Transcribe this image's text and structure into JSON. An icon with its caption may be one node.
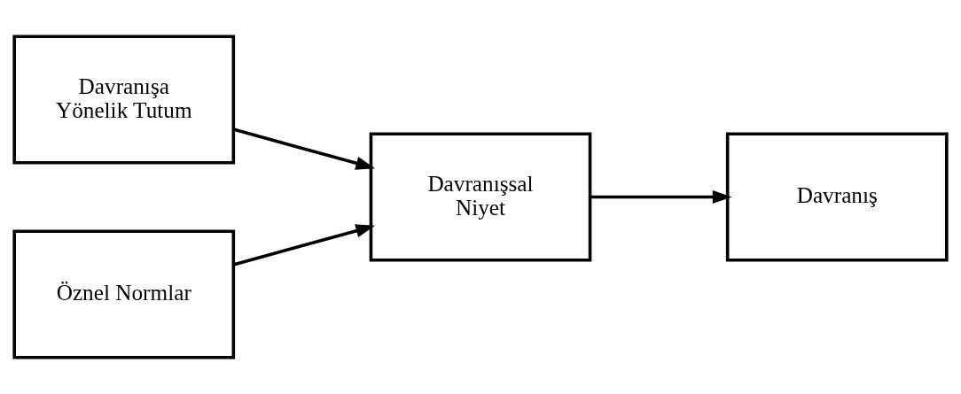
{
  "diagram": {
    "nodes": [
      {
        "text": [
          "Davranışa Yönelik Tutum"
        ]
      },
      {
        "text": [
          "Öznel Normlar"
        ]
      },
      {
        "text": [
          "Davranışsal Niyet"
        ]
      },
      {
        "text": [
          "Davranış"
        ]
      }
    ],
    "edges": [
      {
        "from": 0,
        "to": 2,
        "arrow": "to"
      },
      {
        "from": 1,
        "to": 2,
        "arrow": "to"
      },
      {
        "from": 2,
        "to": 3,
        "arrow": "to"
      }
    ]
  }
}
